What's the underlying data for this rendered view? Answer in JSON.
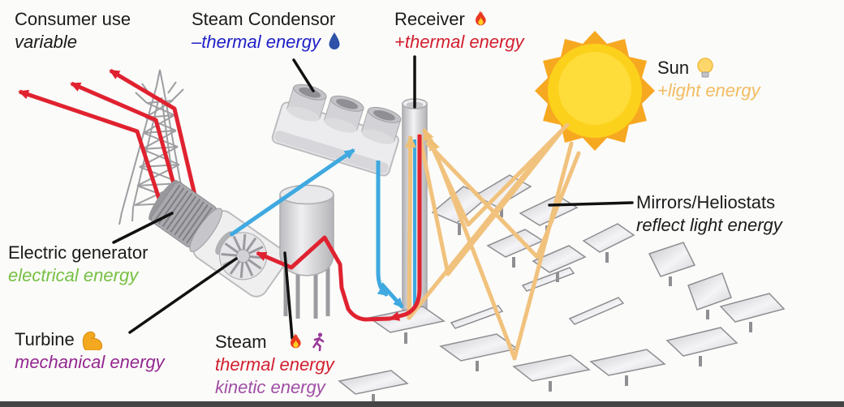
{
  "labels": {
    "consumer": {
      "title": "Consumer use",
      "sub": "variable"
    },
    "condenser": {
      "title": "Steam Condensor",
      "sub": "–thermal energy",
      "icon": "droplet-icon"
    },
    "receiver": {
      "title": "Receiver",
      "sub": "+thermal energy",
      "icon": "fire-icon"
    },
    "sun": {
      "title": "Sun",
      "sub": "+light energy",
      "icon": "bulb-icon"
    },
    "mirrors": {
      "title": "Mirrors/Heliostats",
      "sub": "reflect light energy"
    },
    "generator": {
      "title": "Electric generator",
      "sub": "electrical energy"
    },
    "turbine": {
      "title": "Turbine",
      "sub": "mechanical energy",
      "icon": "biceps-icon"
    },
    "steam": {
      "title": "Steam",
      "sub_thermal": "thermal energy",
      "sub_kinetic": "kinetic energy",
      "icons": [
        "fire-icon",
        "runner-icon"
      ]
    }
  },
  "colors": {
    "text_black": "#1b1b1b",
    "thermal_red": "#d31f2f",
    "cooling_blue": "#2020c8",
    "electrical_green": "#76c043",
    "mechanical_purple": "#93278f",
    "kinetic_purple": "#a04fa5",
    "light_orange": "#f2bc63",
    "arrow_red": "#e02230",
    "arrow_blue": "#3fa9e0",
    "ray_orange": "#f1c27d",
    "sun_core": "#fcd11b",
    "sun_spikes": "#f7a821"
  }
}
